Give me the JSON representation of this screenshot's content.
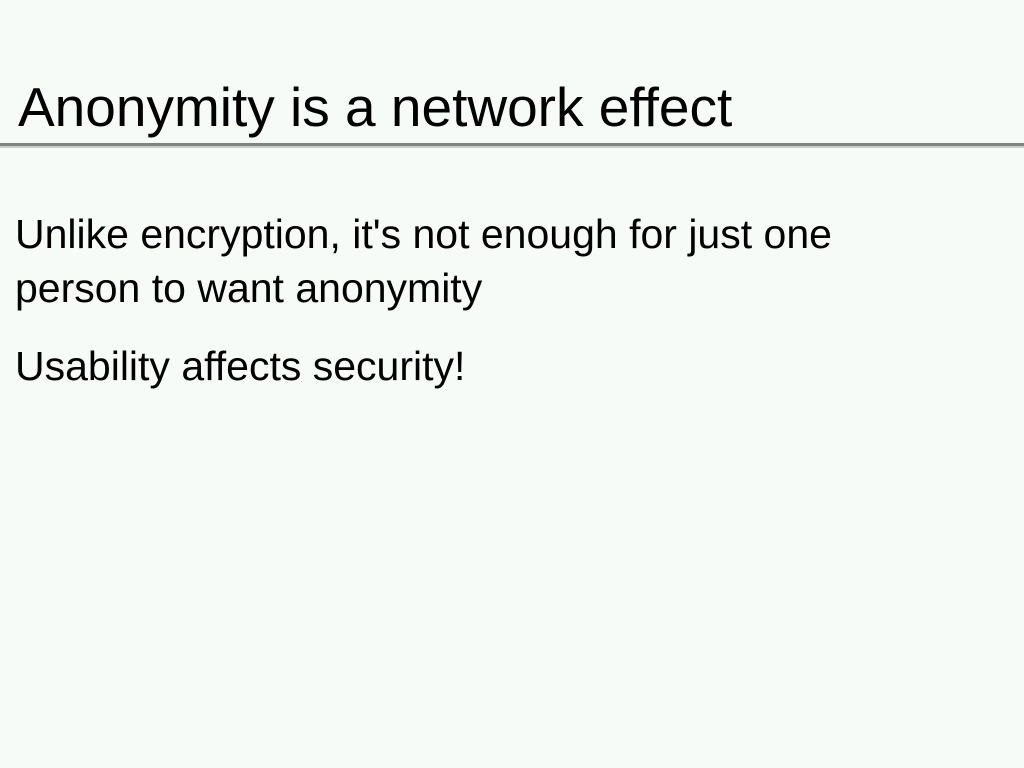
{
  "slide": {
    "title": "Anonymity is a network effect",
    "points": [
      "Unlike encryption, it's not enough for just one person to want anonymity",
      "Usability affects security!"
    ]
  },
  "colors": {
    "background": "#f6fbf8",
    "text": "#000000",
    "rule": "#7d837f"
  }
}
